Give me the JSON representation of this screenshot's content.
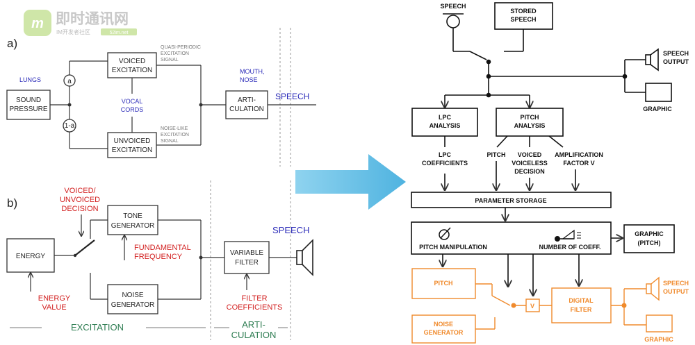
{
  "watermark": {
    "logo_text": "即时通讯网",
    "sub_text": "IM开发者社区",
    "badge": "52im.net"
  },
  "left": {
    "label_a": "a)",
    "label_b": "b)",
    "a": {
      "lungs": "LUNGS",
      "sound_pressure": [
        "SOUND",
        "PRESSURE"
      ],
      "node_a": "a",
      "node_1a": "1-a",
      "voiced_excitation": [
        "VOICED",
        "EXCITATION"
      ],
      "unvoiced_excitation": [
        "UNVOICED",
        "EXCITATION"
      ],
      "vocal_cords": [
        "VOCAL",
        "CORDS"
      ],
      "quasi_periodic": [
        "QUASI-PERIODIC",
        "EXCITATION",
        "SIGNAL"
      ],
      "noise_like": [
        "NOISE-LIKE",
        "EXCITATION",
        "SIGNAL"
      ],
      "mouth_nose": [
        "MOUTH,",
        "NOSE"
      ],
      "articulation": [
        "ARTI-",
        "CULATION"
      ],
      "speech": "SPEECH"
    },
    "b": {
      "voiced_unvoiced": [
        "VOICED/",
        "UNVOICED",
        "DECISION"
      ],
      "tone_generator": [
        "TONE",
        "GENERATOR"
      ],
      "energy": "ENERGY",
      "fundamental_frequency": [
        "FUNDAMENTAL",
        "FREQUENCY"
      ],
      "energy_value": [
        "ENERGY",
        "VALUE"
      ],
      "noise_generator": [
        "NOISE",
        "GENERATOR"
      ],
      "variable_filter": [
        "VARIABLE",
        "FILTER"
      ],
      "filter_coefficients": [
        "FILTER",
        "COEFFICIENTS"
      ],
      "speech": "SPEECH",
      "excitation_label": "EXCITATION",
      "articulation_label": [
        "ARTI-",
        "CULATION"
      ]
    }
  },
  "right": {
    "speech_in": "SPEECH",
    "stored_speech": [
      "STORED",
      "SPEECH"
    ],
    "speech_output_top": [
      "SPEECH",
      "OUTPUT"
    ],
    "graphic_top": "GRAPHIC",
    "lpc_analysis": [
      "LPC",
      "ANALYSIS"
    ],
    "pitch_analysis": [
      "PITCH",
      "ANALYSIS"
    ],
    "lpc_coefficients": [
      "LPC",
      "COEFFICIENTS"
    ],
    "pitch": "PITCH",
    "voiced_voiceless": [
      "VOICED",
      "VOICELESS",
      "DECISION"
    ],
    "amplification": [
      "AMPLIFICATION",
      "FACTOR V"
    ],
    "parameter_storage": "PARAMETER STORAGE",
    "pitch_manipulation": "PITCH MANIPULATION",
    "number_of_coeff": "NUMBER OF COEFF.",
    "graphic_pitch": [
      "GRAPHIC",
      "(PITCH)"
    ],
    "pitch_box": "PITCH",
    "noise_generator": [
      "NOISE",
      "GENERATOR"
    ],
    "v_box": "V",
    "digital_filter": [
      "DIGITAL",
      "FILTER"
    ],
    "speech_output_bottom": [
      "SPEECH",
      "OUTPUT"
    ],
    "graphic_bottom": "GRAPHIC"
  },
  "colors": {
    "blue": "#2a2ab8",
    "red": "#d21f1f",
    "green": "#2e7d52",
    "orange": "#f08a2c",
    "arrow": "#6cc4e8"
  }
}
